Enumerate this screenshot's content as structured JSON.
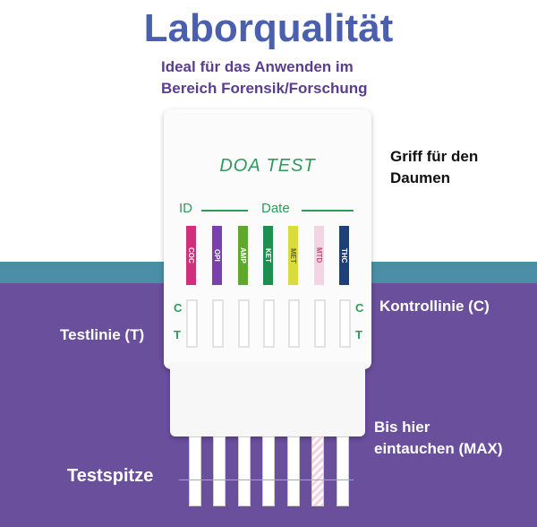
{
  "header": {
    "title": "Laborqualität",
    "subtitle_line1": "Ideal für das Anwenden im",
    "subtitle_line2": "Bereich Forensik/Forschung"
  },
  "card": {
    "title": "DOA TEST",
    "id_label": "ID",
    "date_label": "Date",
    "control_letter": "C",
    "test_letter": "T"
  },
  "strips": [
    {
      "code": "COC",
      "color": "#d0307a"
    },
    {
      "code": "OPI",
      "color": "#7a3fb0"
    },
    {
      "code": "AMP",
      "color": "#5fa830"
    },
    {
      "code": "KET",
      "color": "#1f8f4f"
    },
    {
      "code": "MET",
      "color": "#d9dc3a"
    },
    {
      "code": "MTD",
      "color": "#f2d4e2"
    },
    {
      "code": "THC",
      "color": "#1d3f7a"
    }
  ],
  "labels": {
    "thumb_grip": "Griff für den Daumen",
    "thumb_grip_line1": "Griff für den",
    "thumb_grip_line2": "Daumen",
    "control_line": "Kontrollinie (C)",
    "test_line": "Testlinie (T)",
    "dip_line1": "Bis hier",
    "dip_line2": "eintauchen (MAX)",
    "test_tip": "Testspitze"
  },
  "colors": {
    "title_blue": "#4a5fae",
    "subtitle_purple": "#5b3d91",
    "band_teal": "#4a8fa6",
    "background_purple": "#6a4f9c",
    "card_green": "#2f9a5b"
  }
}
